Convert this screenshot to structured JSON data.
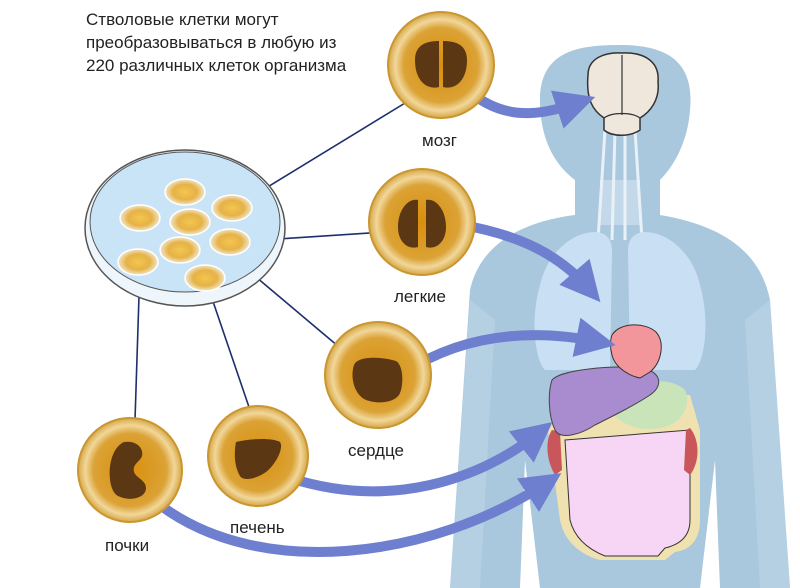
{
  "title_lines": [
    "Стволовые клетки могут",
    "преобразовываться в любую из",
    "220 различных клеток организма"
  ],
  "cells": [
    {
      "id": "brain",
      "label": "мозг",
      "target": "brain"
    },
    {
      "id": "lungs",
      "label": "легкие",
      "target": "lungs"
    },
    {
      "id": "heart",
      "label": "сердце",
      "target": "heart"
    },
    {
      "id": "liver",
      "label": "печень",
      "target": "liver"
    },
    {
      "id": "kidney",
      "label": "почки",
      "target": "kidneys"
    }
  ],
  "colors": {
    "body": "#a9c7dd",
    "body_light": "#cfe1ee",
    "lungs": "#c9e0f4",
    "heart": "#f3969b",
    "liver": "#a98bd0",
    "stomach": "#c9e4b9",
    "intestine": "#f7d5f5",
    "intestine_rim": "#efe2b0",
    "kidney": "#c8565a",
    "brain": "#efe6dc",
    "arrow": "#6f7fcf",
    "cell_outer": "#e7b54b",
    "cell_inner": "#cf9211",
    "organelle": "#5b3714",
    "petri": "#c8e4f6",
    "line": "#1d2f6e"
  },
  "icons": [
    "brain-icon",
    "lungs-icon",
    "heart-icon",
    "liver-icon",
    "kidney-icon",
    "petri-dish-icon"
  ]
}
